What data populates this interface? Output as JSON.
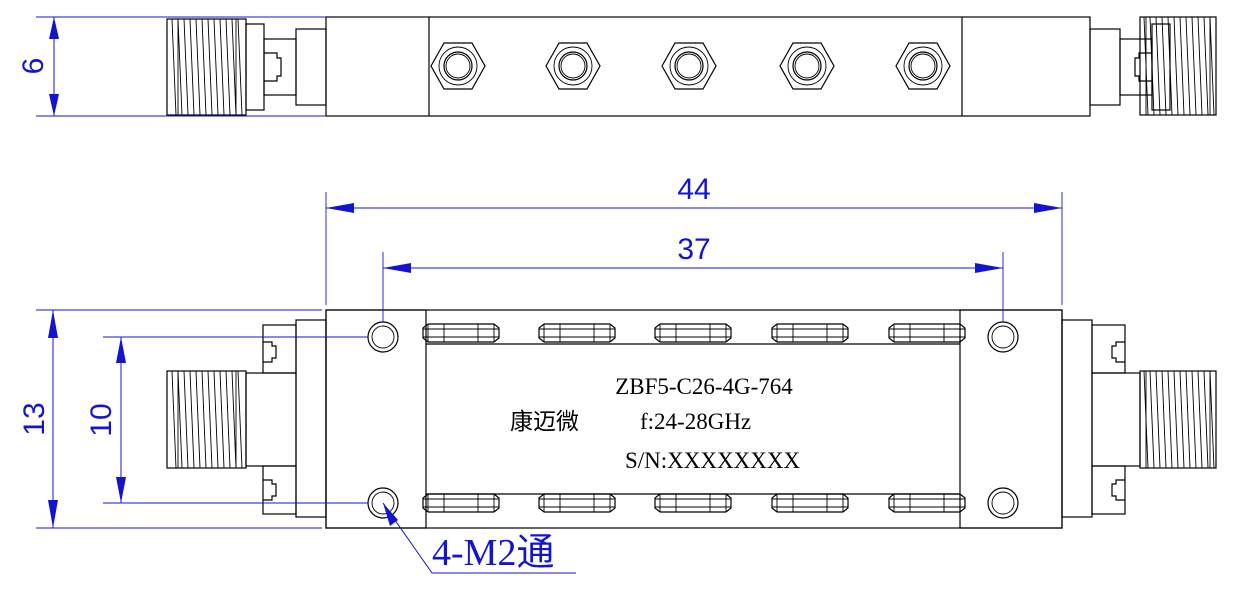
{
  "dimensions": {
    "height_top_view": "6",
    "overall_length": "44",
    "hole_spacing": "37",
    "overall_height": "13",
    "hole_height_spacing": "10"
  },
  "label": {
    "model": "ZBF5-C26-4G-764",
    "brand": "康迈微",
    "frequency": "f:24-28GHz",
    "serial": "S/N:XXXXXXXX"
  },
  "callout": {
    "holes": "4-M2通"
  },
  "colors": {
    "outline": "#000000",
    "dimension": "#1414d0",
    "background": "#ffffff"
  }
}
